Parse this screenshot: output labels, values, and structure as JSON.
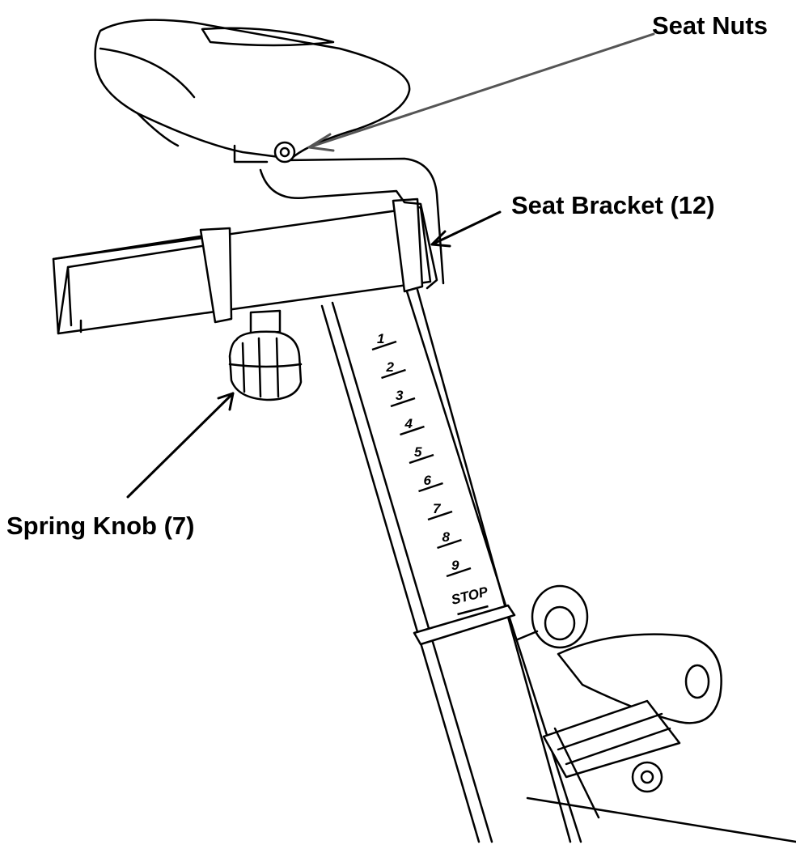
{
  "callouts": {
    "seat_nuts": "Seat Nuts",
    "seat_bracket": "Seat Bracket (12)",
    "spring_knob": "Spring Knob (7)"
  },
  "scale": {
    "marks": [
      "1",
      "2",
      "3",
      "4",
      "5",
      "6",
      "7",
      "8",
      "9"
    ],
    "stop": "STOP"
  },
  "colors": {
    "line": "#000000",
    "seat_nuts_arrow": "#555555",
    "background": "#ffffff"
  }
}
